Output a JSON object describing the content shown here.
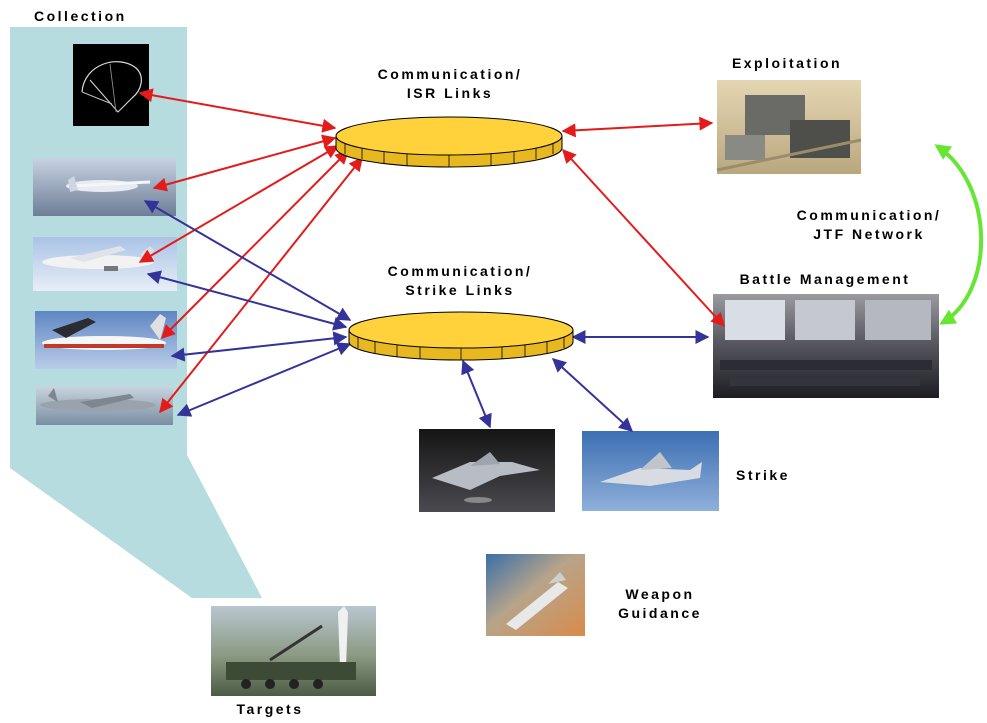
{
  "labels": {
    "collection": "Collection",
    "comm_isr_line1": "Communication/",
    "comm_isr_line2": "ISR Links",
    "exploitation": "Exploitation",
    "comm_jtf_line1": "Communication/",
    "comm_jtf_line2": "JTF Network",
    "comm_strike_line1": "Communication/",
    "comm_strike_line2": "Strike Links",
    "battle_management": "Battle Management",
    "strike": "Strike",
    "weapon_line1": "Weapon",
    "weapon_line2": "Guidance",
    "targets": "Targets"
  },
  "colors": {
    "isr_link": "#e31b1b",
    "strike_link": "#333399",
    "jtf_link": "#66e633",
    "hub_fill": "#ffd23c",
    "collection_panel": "#b7dcdf"
  },
  "icons": {
    "satellite": "satellite-icon",
    "uav": "uav-aircraft-icon",
    "aircraft": "aircraft-icon",
    "facility": "facility-icon",
    "command_center": "command-center-icon",
    "fighter": "fighter-jet-icon",
    "weapon": "guided-weapon-icon",
    "missile": "missile-launcher-icon"
  }
}
